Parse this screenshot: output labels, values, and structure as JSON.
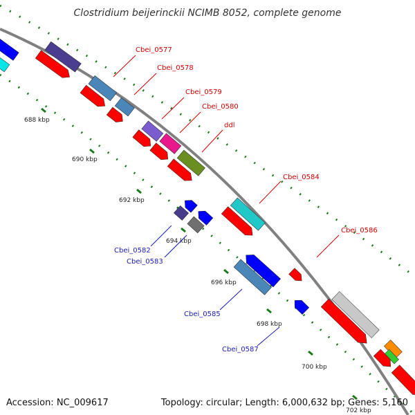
{
  "title": "Clostridium beijerinckii NCIMB 8052, complete genome",
  "footer": {
    "accession": "Accession: NC_009617",
    "summary": "Topology: circular; Length: 6,000,632 bp; Genes: 5,160"
  },
  "colors": {
    "backbone": "#808080",
    "tick": "#1a7a1a",
    "forward_label": "#d40000",
    "reverse_label": "#1a1ab4"
  },
  "ticks": [
    {
      "label": "688 kbp"
    },
    {
      "label": "690 kbp"
    },
    {
      "label": "692 kbp"
    },
    {
      "label": "694 kbp"
    },
    {
      "label": "696 kbp"
    },
    {
      "label": "698 kbp"
    },
    {
      "label": "700 kbp"
    },
    {
      "label": "702 kbp"
    }
  ],
  "labels": [
    {
      "text": "Cbei_0577",
      "strand": "forward"
    },
    {
      "text": "Cbei_0578",
      "strand": "forward"
    },
    {
      "text": "Cbei_0579",
      "strand": "forward"
    },
    {
      "text": "Cbei_0580",
      "strand": "forward"
    },
    {
      "text": "ddl",
      "strand": "forward"
    },
    {
      "text": "Cbei_0584",
      "strand": "forward"
    },
    {
      "text": "Cbei_0586",
      "strand": "forward"
    },
    {
      "text": "Cbei_0582",
      "strand": "reverse"
    },
    {
      "text": "Cbei_0583",
      "strand": "reverse"
    },
    {
      "text": "Cbei_0585",
      "strand": "reverse"
    },
    {
      "text": "Cbei_0587",
      "strand": "reverse"
    }
  ],
  "feature_colors": {
    "cds_forward": "#ff0000",
    "cds_reverse": "#0000ff",
    "dark_purple": "#4b3d8f",
    "steel_blue": "#4a86b8",
    "medium_purple": "#7a5ccf",
    "magenta": "#e8198b",
    "olive": "#6b8e23",
    "dark_slate": "#483d8b",
    "dim_gray": "#707070",
    "turquoise": "#20c8c8",
    "light_gray": "#c8c8c8",
    "orange": "#ff8c00",
    "lime": "#32cd32",
    "cyan": "#00e5e5"
  }
}
